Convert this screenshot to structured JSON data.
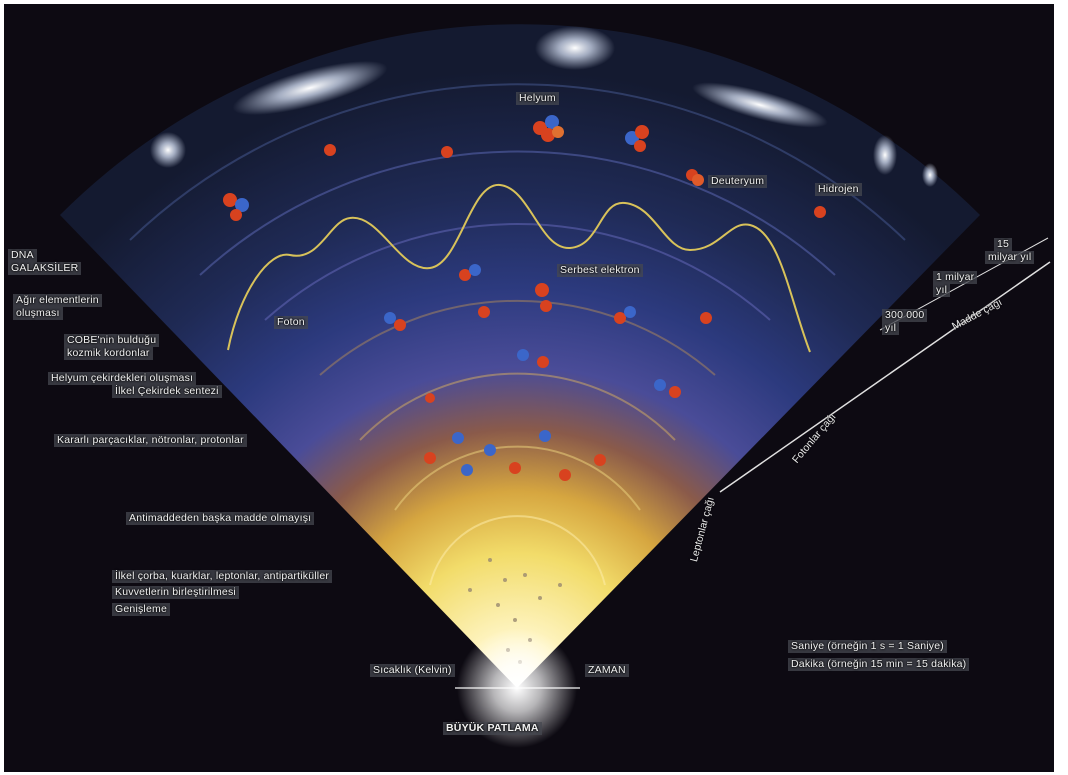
{
  "title": "BÜYÜK PATLAMA",
  "labels": {
    "dna": "DNA",
    "galaksiler": "GALAKSİLER",
    "agir_elementler": "Ağır elementlerin",
    "olusmasi": "oluşması",
    "cobe1": "COBE'nin bulduğu",
    "cobe2": "kozmik kordonlar",
    "helyum_cekirdek": "Helyum çekirdekleri oluşması",
    "ilkel_cekirdek": "İlkel Çekirdek sentezi",
    "kararli": "Kararlı parçacıklar, nötronlar, protonlar",
    "antimadde": "Antimaddeden başka madde olmayışı",
    "ilkel_corba": "İlkel çorba, kuarklar, leptonlar, antipartiküller",
    "kuvvetler": "Kuvvetlerin birleştirilmesi",
    "genisleme": "Genişleme",
    "helyum": "Helyum",
    "deuteryum": "Deuteryum",
    "hidrojen": "Hidrojen",
    "serbest_elektron": "Serbest elektron",
    "foton": "Foton",
    "sicaklik": "Sıcaklık (Kelvin)",
    "zaman": "ZAMAN",
    "saniye": "Saniye (örneğin 1 s = 1 Saniye)",
    "dakika": "Dakika (örneğin 15 min = 15 dakika)"
  },
  "timeline": {
    "t1": "15",
    "t1b": "milyar yıl",
    "t2": "1 milyar",
    "t2b": "yıl",
    "t3": "300 000",
    "t3b": "yıl",
    "madde": "Madde çağı",
    "fotonlar": "Fotonlar çağı",
    "leptonlar": "Leptonlar çağı"
  },
  "colors": {
    "background": "#0d0a12",
    "outer_shell": "#1e2740",
    "mid_shell": "#2a3a78",
    "inner_hot": "#f4e27a",
    "core": "#fff8d0",
    "photon_wave": "#d8c25a",
    "proton": "#d8421f",
    "neutron": "#3b66c9"
  }
}
